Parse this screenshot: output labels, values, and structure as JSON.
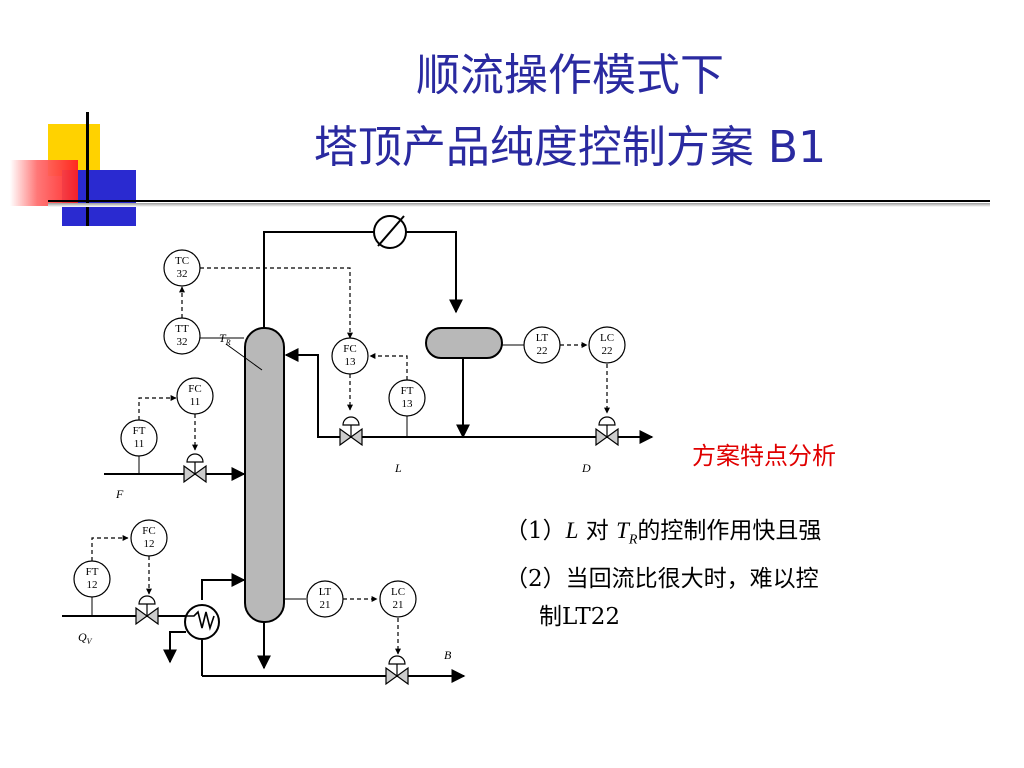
{
  "slide": {
    "title_line_1": "顺流操作模式下",
    "title_line_2": "塔顶产品纯度控制方案 B1"
  },
  "decoration": {
    "square_yellow": "#ffd200",
    "square_red": "#ff3030",
    "square_blue": "#2a2ad0",
    "rule_color": "#000000"
  },
  "diagram": {
    "instruments": [
      {
        "line1": "TC",
        "line2": "32"
      },
      {
        "line1": "TT",
        "line2": "32"
      },
      {
        "line1": "FC",
        "line2": "11"
      },
      {
        "line1": "FT",
        "line2": "11"
      },
      {
        "line1": "FC",
        "line2": "12"
      },
      {
        "line1": "FT",
        "line2": "12"
      },
      {
        "line1": "FC",
        "line2": "13"
      },
      {
        "line1": "FT",
        "line2": "13"
      },
      {
        "line1": "LT",
        "line2": "22"
      },
      {
        "line1": "LC",
        "line2": "22"
      },
      {
        "line1": "LT",
        "line2": "21"
      },
      {
        "line1": "LC",
        "line2": "21"
      }
    ],
    "labels": {
      "tr_main": "T",
      "tr_sub": "R",
      "feed": "F",
      "reflux": "L",
      "distillate": "D",
      "bottoms": "B",
      "steam_main": "Q",
      "steam_sub": "V"
    },
    "colors": {
      "vessel_fill": "#b8b8b8",
      "line": "#000000"
    }
  },
  "analysis": {
    "heading": "方案特点分析",
    "point1_prefix": "（1）",
    "point1_var": "L",
    "point1_mid": " 对 ",
    "point1_tvar": "T",
    "point1_tsub": "R",
    "point1_suffix": "的控制作用快且强",
    "point2_line1": "（2）当回流比很大时，难以控",
    "point2_line2": "制LT22"
  }
}
